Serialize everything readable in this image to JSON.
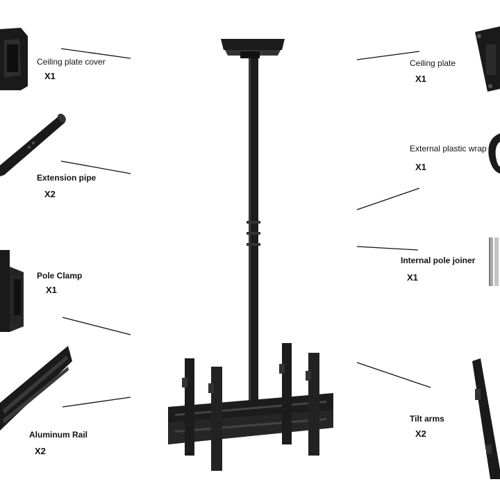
{
  "parts": [
    {
      "id": "ceiling-plate-cover",
      "name": "Ceiling plate cover",
      "qty": "X1"
    },
    {
      "id": "extension-pipe",
      "name": "Extension pipe",
      "qty": "X2"
    },
    {
      "id": "pole-clamp",
      "name": "Pole Clamp",
      "qty": "X1"
    },
    {
      "id": "aluminum-rail",
      "name": "Aluminum Rail",
      "qty": "X2"
    },
    {
      "id": "ceiling-plate",
      "name": "Ceiling plate",
      "qty": "X1"
    },
    {
      "id": "external-plastic-wrap",
      "name": "External plastic wrap",
      "qty": "X1"
    },
    {
      "id": "internal-pole-joiner",
      "name": "Internal pole joiner",
      "qty": "X1"
    },
    {
      "id": "tilt-arms",
      "name": "Tilt arms",
      "qty": "X2"
    }
  ],
  "colors": {
    "metal": "#1c1c1c",
    "metal_light": "#3a3a3a",
    "silver": "#b8b8b8",
    "line": "#111111"
  }
}
